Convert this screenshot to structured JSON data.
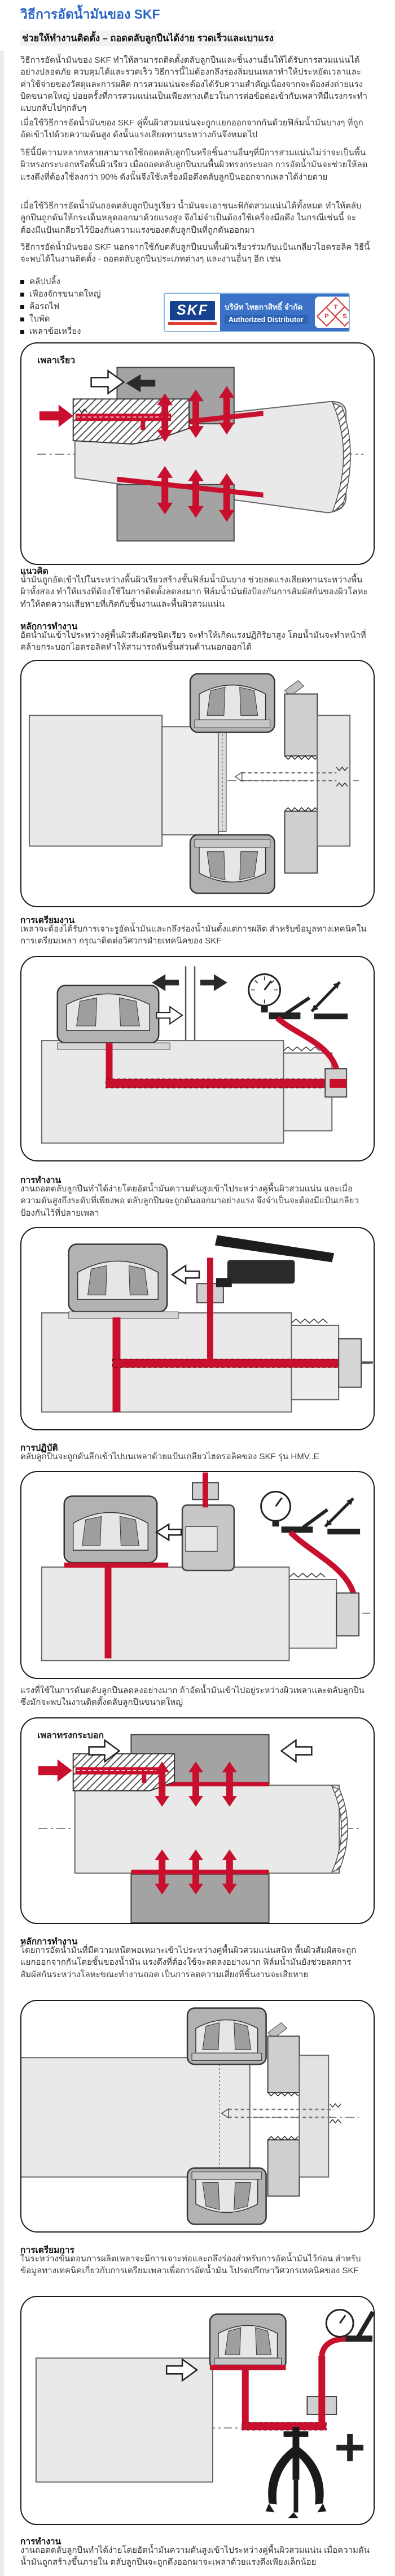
{
  "header": {
    "title": "วิธีการอัดน้ำมันของ SKF",
    "subtitle": "ช่วยให้ทำงานติดตั้ง – ถอดตลับลูกปืนได้ง่าย รวดเร็วและเบาแรง"
  },
  "intro": [
    "วิธีการอัดน้ำมันของ SKF ทำให้สามารถติดตั้งตลับลูกปืนและชิ้นงานอื่นให้ได้รับการสวมแน่นได้อย่างปลอดภัย ควบคุมได้และรวดเร็ว วิธีการนี้ไม่ต้องกลึงร่องลิ่มบนเพลาทำให้ประหยัดเวลาและค่าใช้จ่ายของวัสดุและการผลิต การสวมแน่นจะต้องได้รับความสำคัญเนื่องจากจะต้องส่งถ่ายแรงบิดขนาดใหญ่ บ่อยครั้งที่การสวมแน่นเป็นเพียงทางเดียวในการต่อข้อต่อเข้ากับเพลาที่มีแรงกระทำแบบกลับไปๆกลับๆ",
    "เมื่อใช้วิธีการอัดน้ำมันของ SKF คู่พื้นผิวสวมแน่นจะถูกแยกออกจากกันด้วยฟิล์มน้ำมันบางๆ ที่ถูกอัดเข้าไปด้วยความดันสูง ดังนั้นแรงเสียดทานระหว่างกันจึงหมดไป",
    "วิธีนี้มีความหลากหลายสามารถใช้ถอดตลับลูกปืนหรือชิ้นงานอื่นๆที่มีการสวมแน่นไม่ว่าจะเป็นพื้นผิวทรงกระบอกหรือพื้นผิวเรียว เมื่อถอดตลับลูกปืนบนพื้นผิวทรงกระบอก การอัดน้ำมันจะช่วยให้ลดแรงดึงที่ต้องใช้ลงกว่า 90% ดังนั้นจึงใช้เครื่องมือดึงตลับลูกปืนออกจากเพลาได้ง่ายดาย",
    "เมื่อใช้วิธีการอัดน้ำมันถอดตลับลูกปืนรูเรียว น้ำมันจะเอาชนะพิกัดสวมแน่นได้ทั้งหมด ทำให้ตลับลูกปืนถูกดันให้กระเด็นหลุดออกมาด้วยแรงสูง จึงไม่จำเป็นต้องใช้เครื่องมือดึง ในกรณีเช่นนี้ จะต้องมีแป้นเกลียวไว้ป้องกันความแรงของตลับลูกปืนที่ถูกดันออกมา",
    "วิธีการอัดน้ำมันของ SKF นอกจากใช้กับตลับลูกปืนบนพื้นผิวเรียวร่วมกับแป้นเกลียวไฮดรอลิค วิธีนี้จะพบได้ในงานติดตั้ง - ถอดตลับลูกปืนประเภทต่างๆ และงานอื่นๆ อีก เช่น"
  ],
  "applications": [
    "คลัปปลิ้ง",
    "เฟืองจักรขนาดใหญ่",
    "ล้อรถไฟ",
    "ใบพัด",
    "เพลาข้อเหวี่ยง"
  ],
  "logo": {
    "brand": "SKF",
    "company": "บริษัท ไทยกาสิทธิ์ จำกัด",
    "tagline": "Authorized Distributor",
    "letters": [
      "P",
      "T",
      "S"
    ]
  },
  "diagrams": {
    "taper": {
      "label": "เพลาเรียว"
    },
    "cylinder": {
      "label": "เพลาทรงกระบอก"
    }
  },
  "sections": {
    "concept": {
      "heading": "แนวคิด",
      "body": "น้ำมันถูกอัดเข้าไปในระหว่างพื้นผิวเรียวสร้างชั้นฟิล์มน้ำมันบาง ช่วยลดแรงเสียดทานระหว่างพื้นผิวทั้งสอง ทำให้แรงที่ต้องใช้ในการติดตั้งลดลงมาก ฟิล์มน้ำมันยังป้องกันการสัมผัสกันของผิวโลหะทำให้ลดความเสียหายที่เกิดกับชิ้นงานและพื้นผิวสวมแน่น"
    },
    "principle1": {
      "heading": "หลักการทำงาน",
      "body": "อัดน้ำมันเข้าไประหว่างคู่พื้นผิวสัมผัสชนิดเรียว จะทำให้เกิดแรงปฏิกิริยาสูง โดยน้ำมันจะทำหน้าที่คล้ายกระบอกไฮดรอลิคทำให้สามารถดันชิ้นส่วนด้านนอกออกได้"
    },
    "prep1": {
      "heading": "การเตรียมงาน",
      "body": "เพลาจะต้องได้รับการเจาะรูอัดน้ำมันและกลึงร่องน้ำมันตั้งแต่การผลิต สำหรับข้อมูลทางเทคนิคในการเตรียมเพลา กรุณาติดต่อวิศวกรฝ่ายเทคนิคของ SKF"
    },
    "operation1": {
      "heading": "การทำงาน",
      "body": "งานถอดตลับลูกปืนทำได้ง่ายโดยอัดน้ำมันความดันสูงเข้าไประหว่างคู่พื้นผิวสวมแน่น และเมื่อความดันสูงถึงระดับที่เพียงพอ ตลับลูกปืนจะถูกดันออกมาอย่างแรง จึงจำเป็นจะต้องมีแป้นเกลียวป้องกันไว้ที่ปลายเพลา"
    },
    "practice": {
      "heading": "การปฏิบัติ",
      "body": "ตลับลูกปืนจะถูกดันลึกเข้าไปบนเพลาด้วยแป้นเกลียวไฮดรอลิคของ SKF รุ่น HMV..E"
    },
    "note": "แรงที่ใช้ในการดันตลับลูกปืนลดลงอย่างมาก ถ้าอัดน้ำมันเข้าไปอยู่ระหว่างผิวเพลาและตลับลูกปืน ซึ่งมักจะพบในงานติดตั้งตลับลูกปืนขนาดใหญ่",
    "principle2": {
      "heading": "หลักการทำงาน",
      "body": "โดยการอัดน้ำมันที่มีความหนืดพอเหมาะเข้าไประหว่างคู่พื้นผิวสวมแน่นสนิท พื้นผิวสัมผัสจะถูกแยกออกจากกันโดยชั้นของน้ำมัน แรงดึงที่ต้องใช้จะลดลงอย่างมาก ฟิล์มน้ำมันยังช่วยลดการสัมผัสกันระหว่างโลหะขณะทำงานถอด เป็นการลดความเสี่ยงที่ชิ้นงานจะเสียหาย"
    },
    "prep2": {
      "heading": "การเตรียมการ",
      "body": "ในระหว่างขั้นตอนการผลิตเพลาจะมีการเจาะท่อและกลึงร่องสำหรับการอัดน้ำมันไว้ก่อน สำหรับข้อมูลทางเทคนิคเกี่ยวกับการเตรียมเพลาเพื่อการอัดน้ำมัน โปรดปรึกษาวิศวกรเทคนิคของ SKF"
    },
    "operation2": {
      "heading": "การทำงาน",
      "body": "งานถอดตลับลูกปืนทำได้ง่ายโดยอัดน้ำมันความดันสูงเข้าไประหว่างคู่พื้นผิวสวมแน่น เมื่อความดันน้ำมันถูกสร้างขึ้นภายใน ตลับลูกปืนจะถูกดึงออกมาจะเพลาด้วยแรงดึงเพียงเล็กน้อย"
    }
  },
  "colors": {
    "accent_red": "#c8102e",
    "title_blue": "#2a66c8",
    "skf_blue": "#16418f",
    "logo_panel_blue": "#3b72c8",
    "stripe_red": "#e23b30"
  }
}
